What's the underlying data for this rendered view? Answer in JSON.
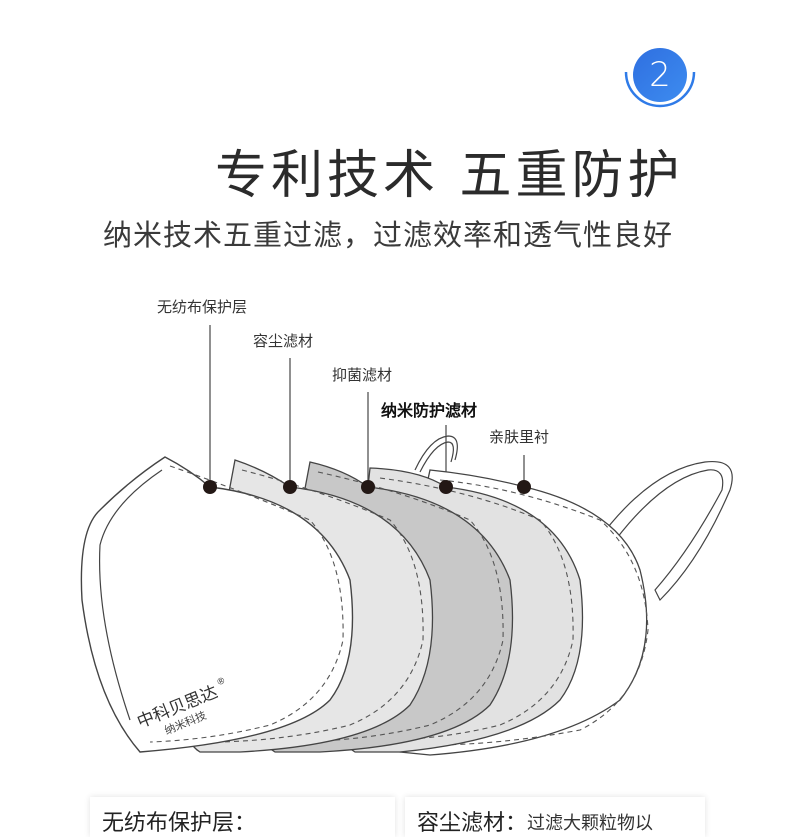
{
  "badge": {
    "number": "2",
    "color": "#2f6fe0"
  },
  "header": {
    "title": "专利技术 五重防护",
    "subtitle": "纳米技术五重过滤，过滤效率和透气性良好"
  },
  "diagram": {
    "layers": [
      {
        "label": "无纺布保护层",
        "fill": "#ffffff",
        "bold": false
      },
      {
        "label": "容尘滤材",
        "fill": "#e6e6e6",
        "bold": false
      },
      {
        "label": "抑菌滤材",
        "fill": "#c8c8c8",
        "bold": false
      },
      {
        "label": "纳米防护滤材",
        "fill": "#e2e2e2",
        "bold": true
      },
      {
        "label": "亲肤里衬",
        "fill": "#ffffff",
        "bold": false
      }
    ],
    "brand": {
      "name": "中科贝思达",
      "mark": "®",
      "tagline": "纳米科技"
    },
    "dot_color": "#231815"
  },
  "cards": [
    {
      "head": "无纺布保护层：",
      "desc": ""
    },
    {
      "head": "容尘滤材：",
      "desc": "过滤大颗粒物以"
    }
  ]
}
